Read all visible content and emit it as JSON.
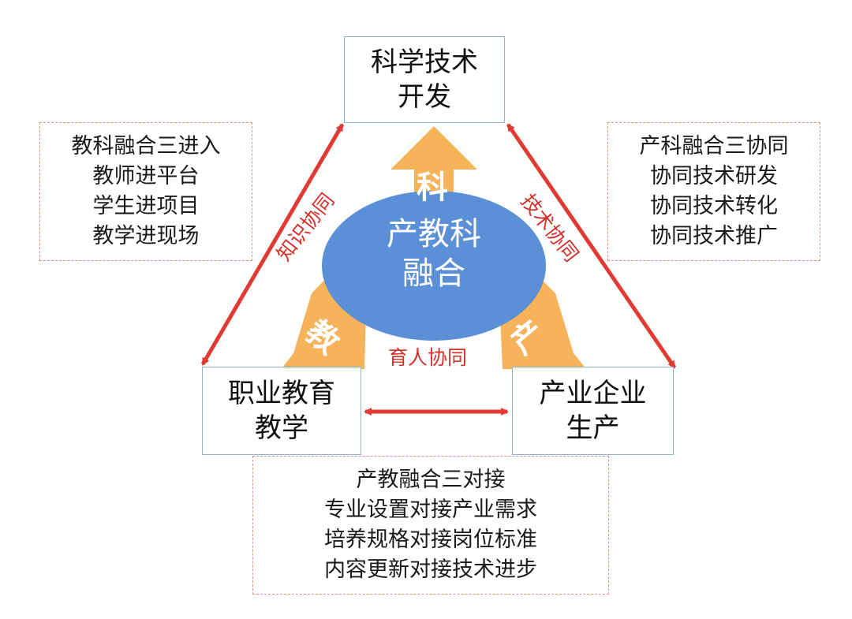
{
  "nodes": {
    "top": {
      "line1": "科学技术",
      "line2": "开发"
    },
    "left": {
      "line1": "职业教育",
      "line2": "教学"
    },
    "right": {
      "line1": "产业企业",
      "line2": "生产"
    }
  },
  "center": {
    "line1": "产教科",
    "line2": "融合"
  },
  "arrow_chars": {
    "top": "科",
    "left": "教",
    "right": "产"
  },
  "edge_labels": {
    "knowledge": "知识协同",
    "tech": "技术协同",
    "people": "育人协同"
  },
  "notes": {
    "left": [
      "教科融合三进入",
      "教师进平台",
      "学生进项目",
      "教学进现场"
    ],
    "right": [
      "产科融合三协同",
      "协同技术研发",
      "协同技术转化",
      "协同技术推广"
    ],
    "bottom": [
      "产教融合三对接",
      "专业设置对接产业需求",
      "培养规格对接岗位标准",
      "内容更新对接技术进步"
    ]
  },
  "colors": {
    "ellipse": "#5b8fd6",
    "big_arrows": "#f6b35a",
    "double_arrows": "#df3a33",
    "box_border": "#8eb4d8",
    "note_border": "#d9918a",
    "label_text": "#d3302a"
  }
}
